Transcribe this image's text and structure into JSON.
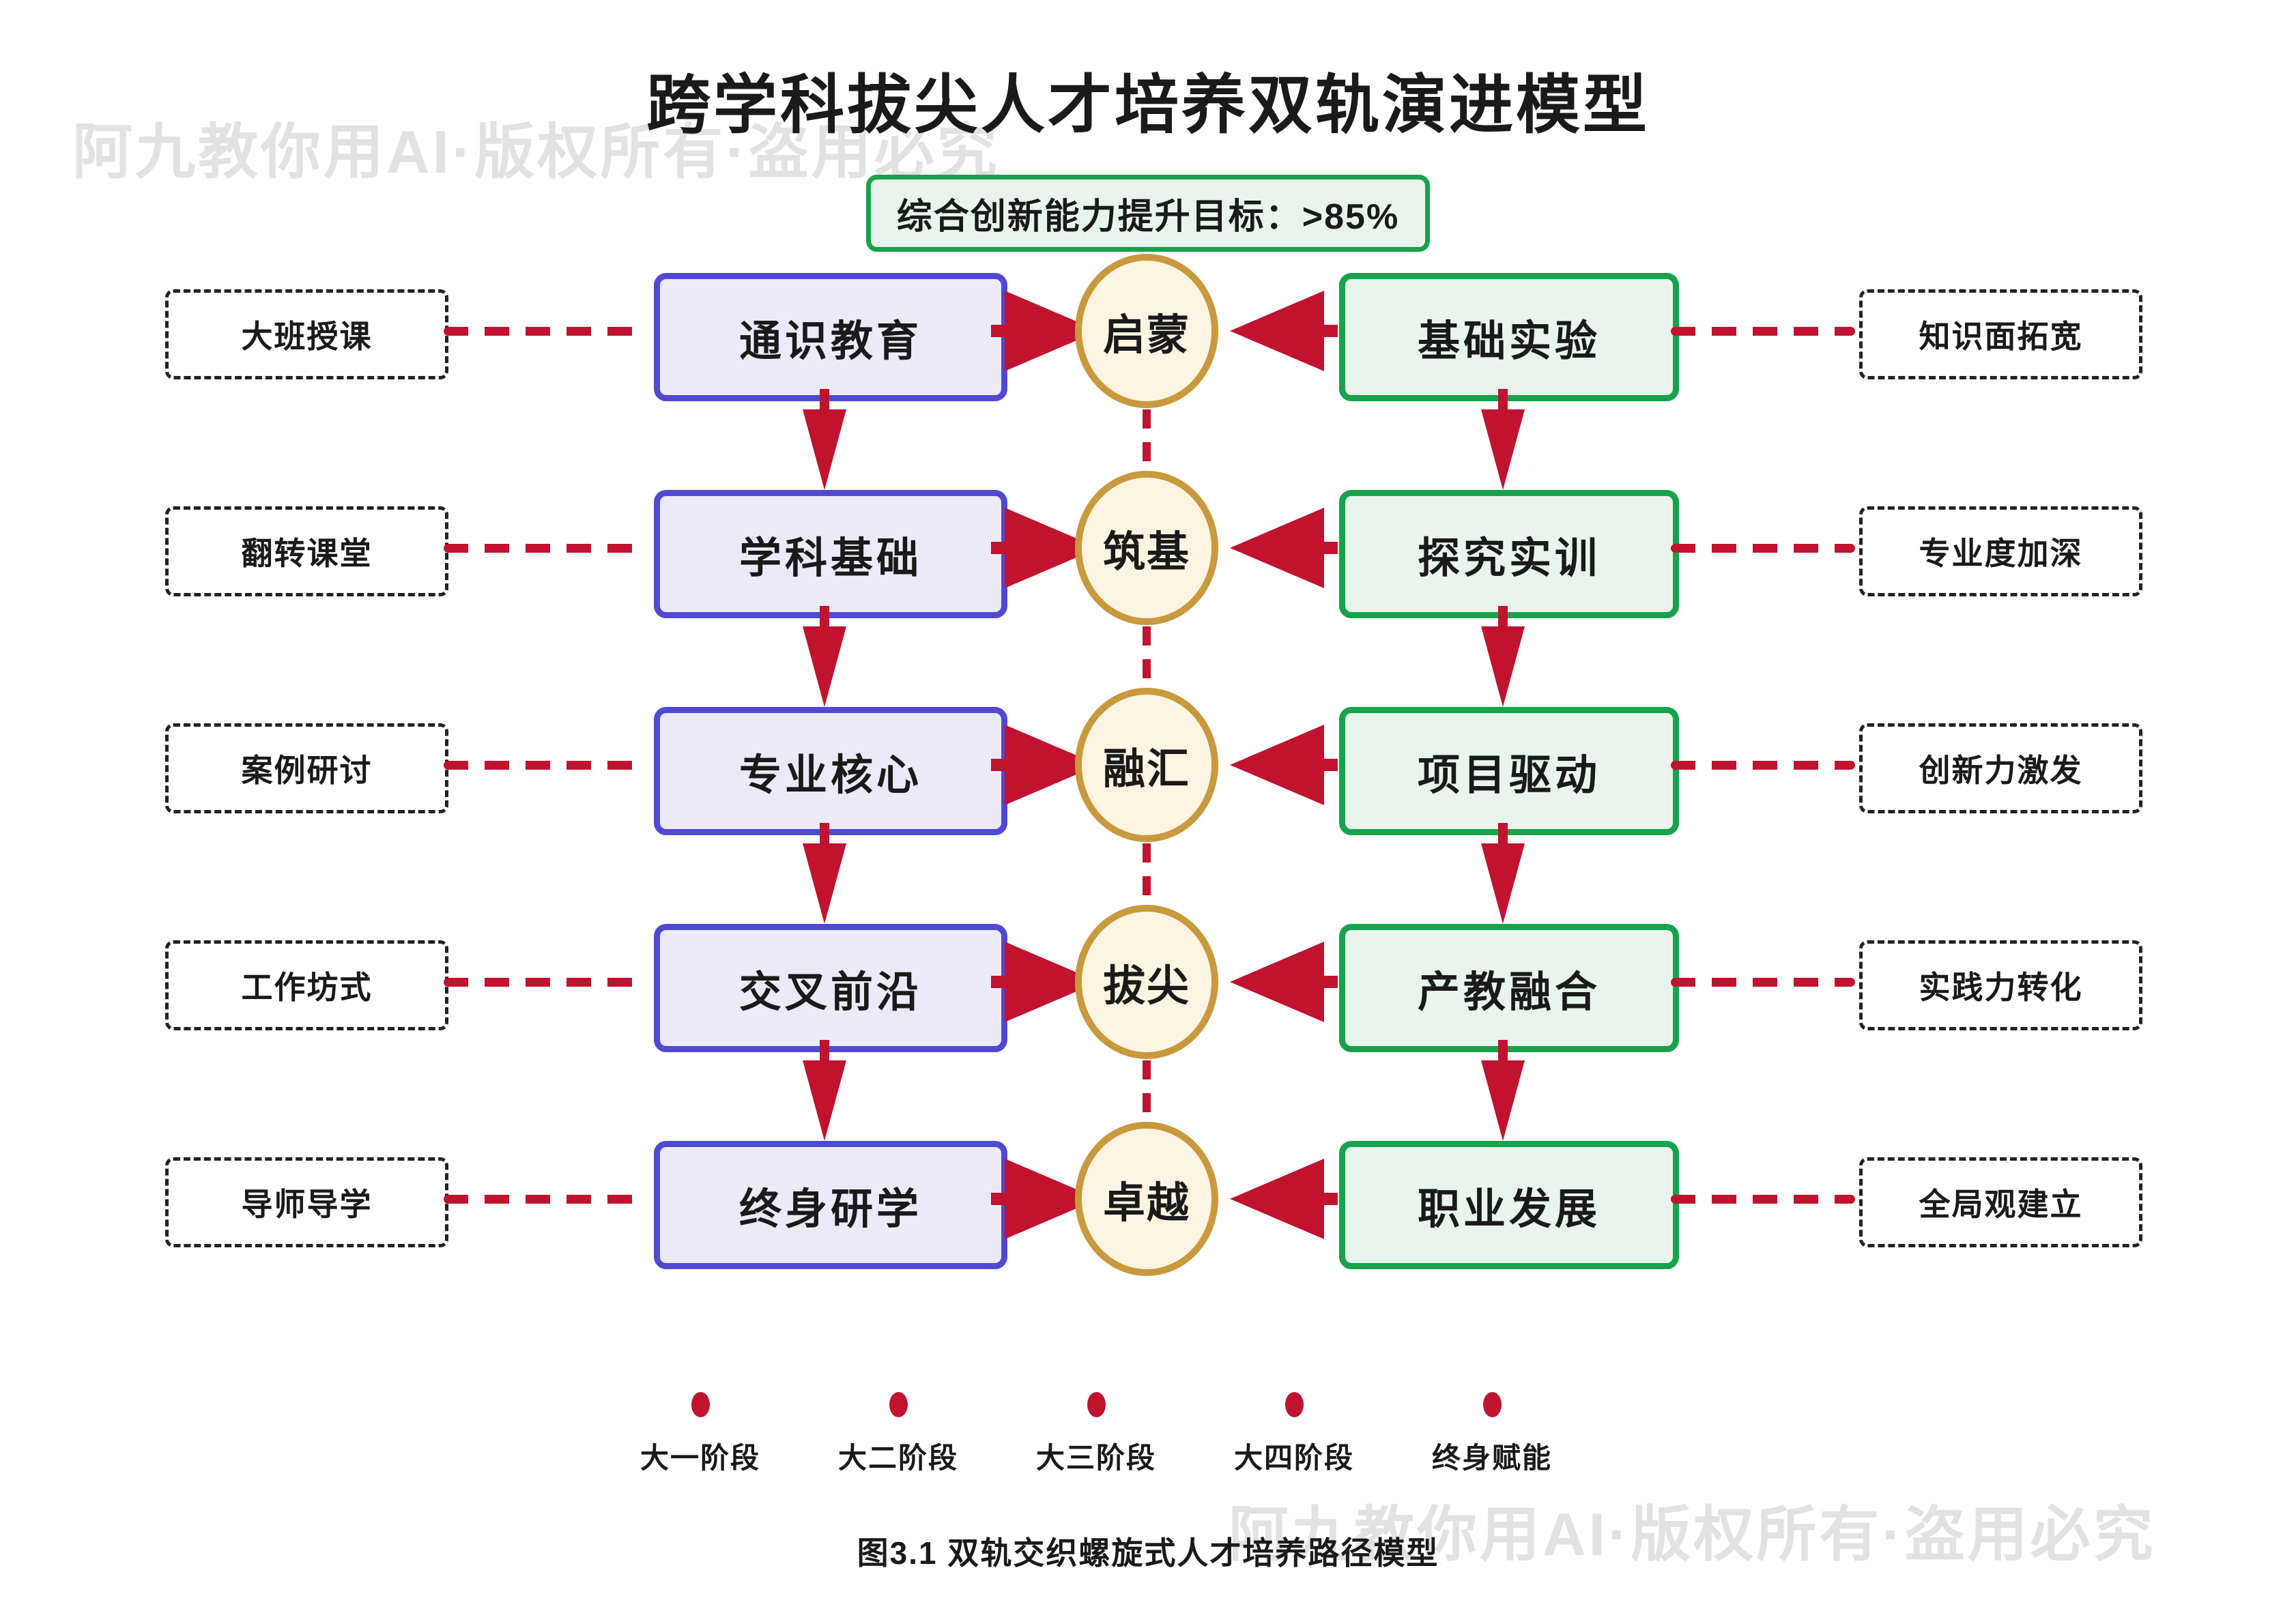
{
  "title": "跨学科拔尖人才培养双轨演进模型",
  "watermark_text": "阿九教你用AI·版权所有·盗用必究",
  "goal_badge": {
    "label": "综合创新能力提升目标：>85%"
  },
  "rows": [
    {
      "method": "大班授课",
      "track_a": "通识教育",
      "stage": "启蒙",
      "track_b": "基础实验",
      "outcome": "知识面拓宽"
    },
    {
      "method": "翻转课堂",
      "track_a": "学科基础",
      "stage": "筑基",
      "track_b": "探究实训",
      "outcome": "专业度加深"
    },
    {
      "method": "案例研讨",
      "track_a": "专业核心",
      "stage": "融汇",
      "track_b": "项目驱动",
      "outcome": "创新力激发"
    },
    {
      "method": "工作坊式",
      "track_a": "交叉前沿",
      "stage": "拔尖",
      "track_b": "产教融合",
      "outcome": "实践力转化"
    },
    {
      "method": "导师导学",
      "track_a": "终身研学",
      "stage": "卓越",
      "track_b": "职业发展",
      "outcome": "全局观建立"
    }
  ],
  "legend": {
    "items": [
      "大一阶段",
      "大二阶段",
      "大三阶段",
      "大四阶段",
      "终身赋能"
    ]
  },
  "caption": "图3.1 双轨交织螺旋式人才培养路径模型",
  "colors": {
    "red": "#C1122F",
    "track_a_border": "#5149D1",
    "track_a_fill": "#ECEAF9",
    "track_b_border": "#17A24B",
    "track_b_fill": "#E8F5EC",
    "stage_border": "#C9993E",
    "stage_fill": "#FDF5E1",
    "badge_border": "#17A24B",
    "badge_fill": "#E8F5EC",
    "text": "#1A1A1A",
    "watermark": "#E2E2E2"
  }
}
